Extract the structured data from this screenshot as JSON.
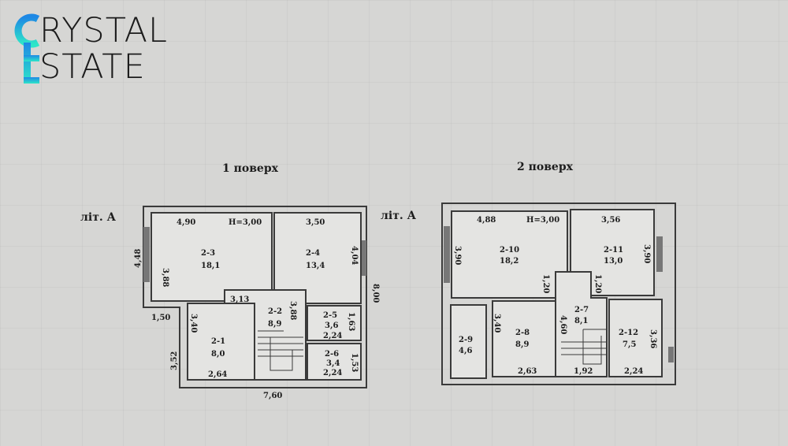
{
  "logo": {
    "line1": "RYSTAL",
    "line2": "STATE",
    "full_text": "CRYSTAL ESTATE",
    "accent_from": "#1e88e5",
    "accent_to": "#2ee6c8"
  },
  "floor1": {
    "title": "1 поверх",
    "lit": "літ. А",
    "height": "Н=3,00",
    "rooms": [
      {
        "id": "2-3",
        "area": "18,1"
      },
      {
        "id": "2-4",
        "area": "13,4"
      },
      {
        "id": "2-2",
        "area": "8,9"
      },
      {
        "id": "2-1",
        "area": "8,0"
      },
      {
        "id": "2-5",
        "area": "3,6"
      },
      {
        "id": "2-6",
        "area": "3,4"
      }
    ],
    "dims": {
      "d490": "4,90",
      "d350": "3,50",
      "d448": "4,48",
      "d388a": "3,88",
      "d404": "4,04",
      "d800": "8,00",
      "d313": "3,13",
      "d388b": "3,88",
      "d150": "1,50",
      "d340": "3,40",
      "d163": "1,63",
      "d224a": "2,24",
      "d224b": "2,24",
      "d153": "1,53",
      "d352": "3,52",
      "d264": "2,64",
      "d760": "7,60"
    }
  },
  "floor2": {
    "title": "2 поверх",
    "lit": "літ. А",
    "height": "Н=3,00",
    "rooms": [
      {
        "id": "2-10",
        "area": "18,2"
      },
      {
        "id": "2-11",
        "area": "13,0"
      },
      {
        "id": "2-7",
        "area": "8,1"
      },
      {
        "id": "2-9",
        "area": "4,6"
      },
      {
        "id": "2-8",
        "area": "8,9"
      },
      {
        "id": "2-12",
        "area": "7,5"
      }
    ],
    "dims": {
      "d488": "4,88",
      "d356": "3,56",
      "d390a": "3,90",
      "d390b": "3,90",
      "d120a": "1,20",
      "d120b": "1,20",
      "d340": "3,40",
      "d460": "4,60",
      "d336": "3,36",
      "d263": "2,63",
      "d192": "1,92",
      "d224": "2,24"
    }
  }
}
